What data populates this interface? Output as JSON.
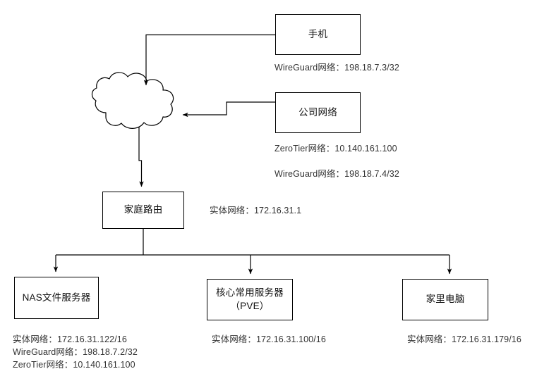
{
  "diagram": {
    "type": "network-topology",
    "background_color": "#ffffff",
    "line_color": "#000000",
    "text_color": "#333333",
    "nodes": [
      {
        "id": "phone",
        "label": "手机",
        "caption": "WireGuard网络：198.18.7.3/32"
      },
      {
        "id": "company",
        "label": "公司网络",
        "caption": "ZeroTier网络：10.140.161.100\n\nWireGuard网络：198.18.7.4/32"
      },
      {
        "id": "cloud",
        "label": "",
        "caption": ""
      },
      {
        "id": "router",
        "label": "家庭路由",
        "caption": "实体网络：172.16.31.1"
      },
      {
        "id": "nas",
        "label": "NAS文件服务器",
        "caption": "实体网络：172.16.31.122/16\nWireGuard网络：198.18.7.2/32\nZeroTier网络：10.140.161.100"
      },
      {
        "id": "pve",
        "label": "核心常用服务器\n（PVE）",
        "caption": "实体网络：172.16.31.100/16"
      },
      {
        "id": "homepc",
        "label": "家里电脑",
        "caption": "实体网络：172.16.31.179/16"
      }
    ],
    "edges": [
      {
        "from": "phone",
        "to": "cloud",
        "arrow": true
      },
      {
        "from": "company",
        "to": "cloud",
        "arrow": true
      },
      {
        "from": "cloud",
        "to": "router",
        "arrow": true
      },
      {
        "from": "router",
        "to": "nas",
        "arrow": true
      },
      {
        "from": "router",
        "to": "pve",
        "arrow": true
      },
      {
        "from": "router",
        "to": "homepc",
        "arrow": true
      }
    ]
  }
}
